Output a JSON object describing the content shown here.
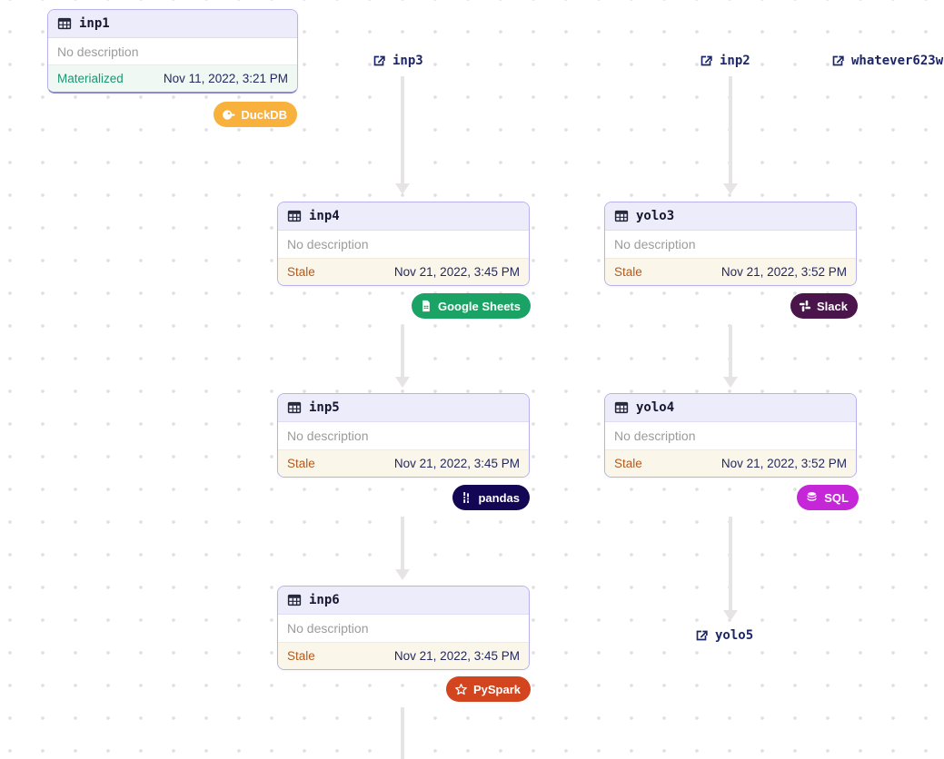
{
  "cards": [
    {
      "name": "inp1",
      "icon": "table-icon",
      "description": "No description",
      "status": "Materialized",
      "status_color": "#1b9673",
      "footer_bg": "#eff8f2",
      "timestamp": "Nov 11, 2022, 3:21 PM",
      "badge": {
        "label": "DuckDB",
        "bg": "#f9b13e",
        "icon": "duckdb-icon"
      }
    },
    {
      "name": "inp4",
      "icon": "table-icon",
      "description": "No description",
      "status": "Stale",
      "status_color": "#b25a1d",
      "footer_bg": "#fbf6ea",
      "timestamp": "Nov 21, 2022, 3:45 PM",
      "badge": {
        "label": "Google Sheets",
        "bg": "#1aa364",
        "icon": "google-sheets-icon"
      }
    },
    {
      "name": "yolo3",
      "icon": "table-icon",
      "description": "No description",
      "status": "Stale",
      "status_color": "#b25a1d",
      "footer_bg": "#fbf6ea",
      "timestamp": "Nov 21, 2022, 3:52 PM",
      "badge": {
        "label": "Slack",
        "bg": "#4a154b",
        "icon": "slack-icon"
      }
    },
    {
      "name": "inp5",
      "icon": "table-icon",
      "description": "No description",
      "status": "Stale",
      "status_color": "#b25a1d",
      "footer_bg": "#fbf6ea",
      "timestamp": "Nov 21, 2022, 3:45 PM",
      "badge": {
        "label": "pandas",
        "bg": "#130654",
        "icon": "pandas-icon"
      }
    },
    {
      "name": "yolo4",
      "icon": "table-icon",
      "description": "No description",
      "status": "Stale",
      "status_color": "#b25a1d",
      "footer_bg": "#fbf6ea",
      "timestamp": "Nov 21, 2022, 3:52 PM",
      "badge": {
        "label": "SQL",
        "bg": "#c426d8",
        "icon": "sql-database-icon"
      }
    },
    {
      "name": "inp6",
      "icon": "table-icon",
      "description": "No description",
      "status": "Stale",
      "status_color": "#b25a1d",
      "footer_bg": "#fbf6ea",
      "timestamp": "Nov 21, 2022, 3:45 PM",
      "badge": {
        "label": "PySpark",
        "bg": "#d2451e",
        "icon": "pyspark-star-icon"
      }
    }
  ],
  "links": [
    {
      "name": "inp3",
      "icon": "external-link-icon"
    },
    {
      "name": "inp2",
      "icon": "external-link-icon"
    },
    {
      "name": "whatever623w",
      "icon": "external-link-icon"
    },
    {
      "name": "yolo5",
      "icon": "external-link-icon"
    }
  ],
  "edges": [
    {
      "from": "inp3",
      "to": "inp4"
    },
    {
      "from": "inp2",
      "to": "yolo3"
    },
    {
      "from": "inp4",
      "to": "inp5"
    },
    {
      "from": "yolo3",
      "to": "yolo4"
    },
    {
      "from": "inp5",
      "to": "inp6"
    },
    {
      "from": "yolo4",
      "to": "yolo5"
    },
    {
      "from": "inp6",
      "to": "offscreen"
    }
  ],
  "colors": {
    "card_border": "#b7b1ed",
    "card_header_bg": "#edecfb",
    "link_text": "#1c2667",
    "timestamp_text": "#232960",
    "edge": "#e6e4e4"
  }
}
